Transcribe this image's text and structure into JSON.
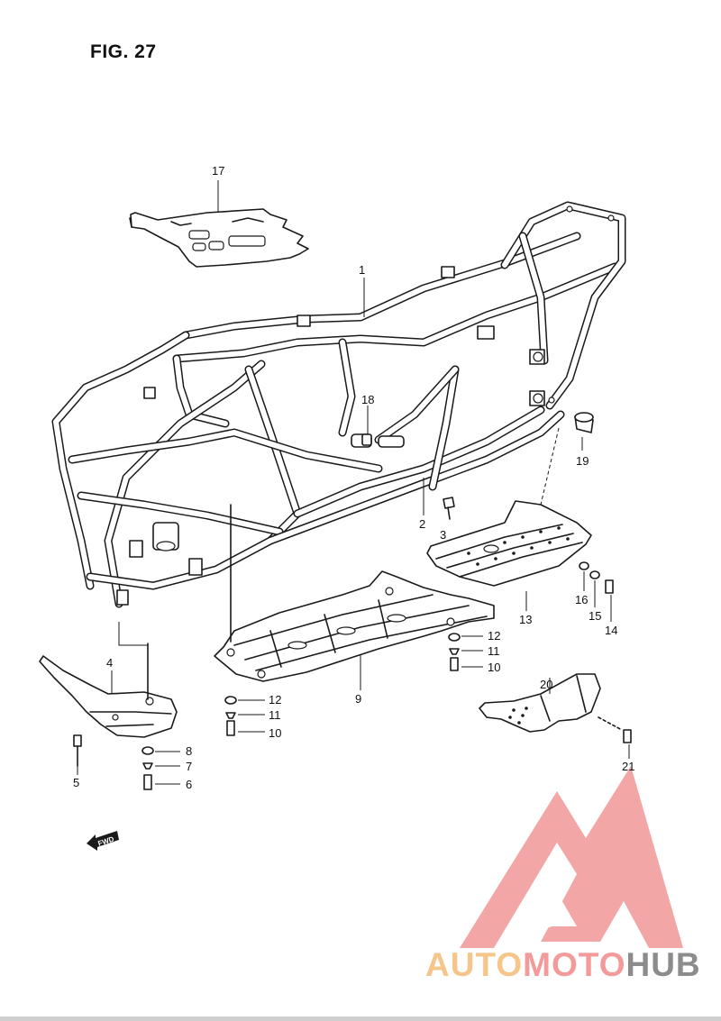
{
  "figure": {
    "title": "FIG. 27"
  },
  "forward_marker": {
    "label": "FWD",
    "icon": "forward-arrow-icon"
  },
  "callouts": [
    "1",
    "2",
    "3",
    "4",
    "5",
    "6",
    "7",
    "8",
    "9",
    "10",
    "11",
    "12",
    "13",
    "14",
    "15",
    "16",
    "17",
    "18",
    "19",
    "20",
    "21"
  ],
  "left_stack": [
    "8",
    "7",
    "6"
  ],
  "center_stack": [
    "12",
    "11",
    "10"
  ],
  "right_stack": [
    "12",
    "11",
    "10"
  ],
  "watermark": {
    "parts": [
      "AUTO",
      "MOTO",
      "HUB"
    ],
    "colors": {
      "auto": "#f6c58a",
      "moto": "#f39b9b",
      "hub": "#8c8c8c",
      "logo": "#f3a6a6"
    }
  }
}
